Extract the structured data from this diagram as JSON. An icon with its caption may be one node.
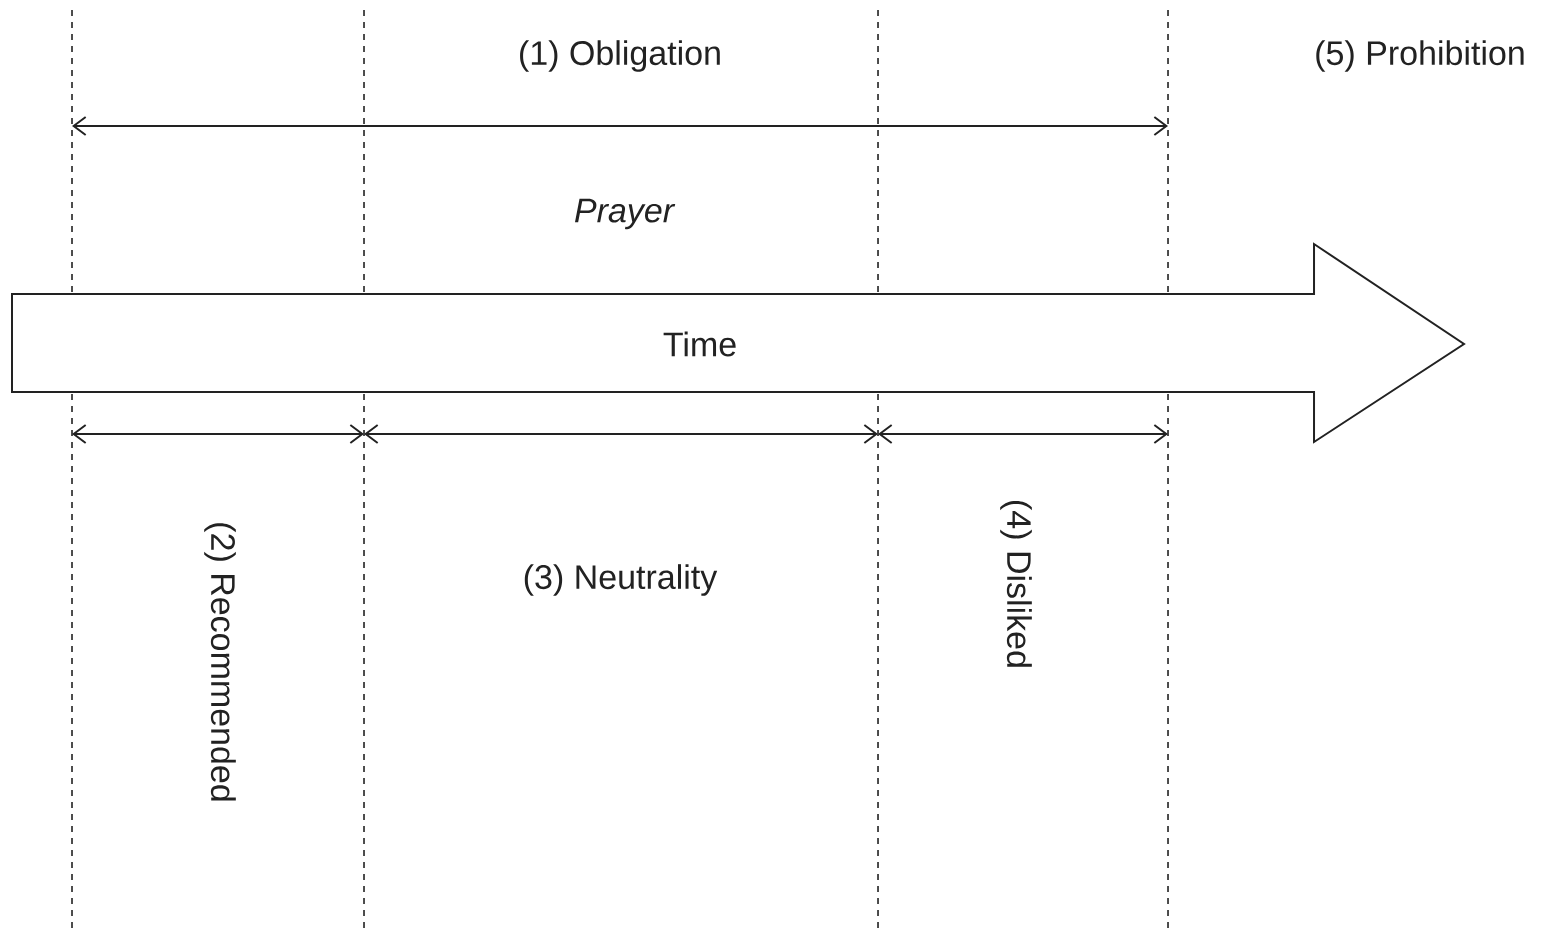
{
  "diagram": {
    "nodes": [
      {
        "text": [
          "Time"
        ]
      }
    ],
    "edges": [],
    "labels": [
      "(1) Obligation",
      "(5) Prohibition",
      "Prayer",
      "(2) Recommended",
      "(3) Neutrality",
      "(4) Disliked"
    ]
  }
}
